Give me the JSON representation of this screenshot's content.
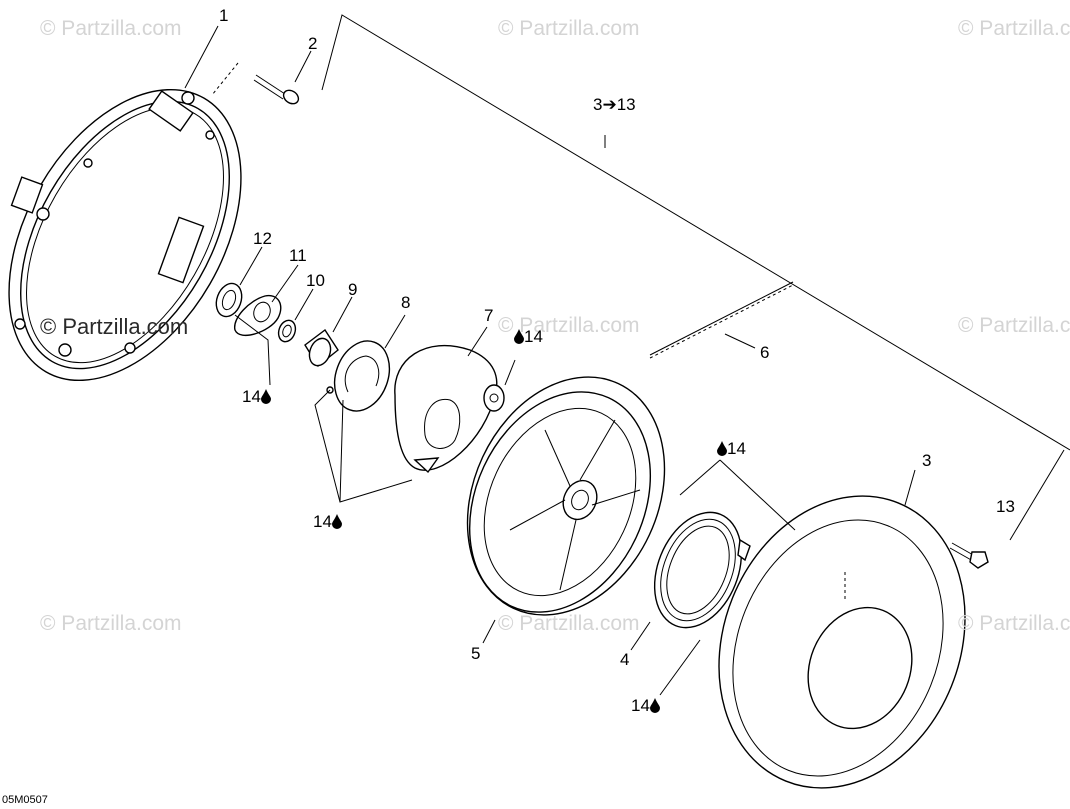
{
  "watermarks": [
    "© Partzilla.com",
    "© Partzilla.com",
    "© Partzilla.com",
    "© Partzilla.com",
    "© Partzilla.com",
    "© Partzilla.com",
    "© Partzilla.com",
    "© Partzilla.com",
    "© Partzilla.com"
  ],
  "callouts": {
    "c1": "1",
    "c2": "2",
    "c3_13": "3➔13",
    "c12": "12",
    "c11": "11",
    "c10": "10",
    "c9": "9",
    "c8": "8",
    "c7": "7",
    "c14_top": "14",
    "c6": "6",
    "c14_left": "14",
    "c14_mid": "14",
    "c14_right": "14",
    "c3": "3",
    "c13": "13",
    "c5": "5",
    "c4": "4",
    "c14_bottom": "14"
  },
  "drawing_code": "05M0507",
  "icons": {
    "lubricant": "drop-icon"
  }
}
